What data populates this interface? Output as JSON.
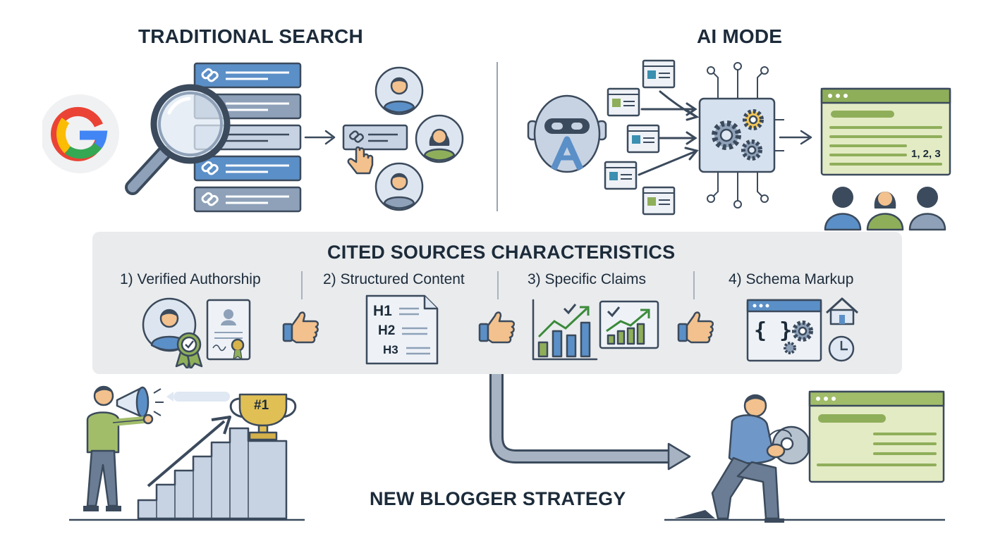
{
  "traditional": {
    "title": "TRADITIONAL SEARCH"
  },
  "ai_mode": {
    "title": "AI MODE",
    "answer_text": "1, 2, 3"
  },
  "characteristics": {
    "title": "CITED SOURCES CHARACTERISTICS",
    "items": [
      {
        "label": "1) Verified Authorship"
      },
      {
        "label": "2) Structured Content"
      },
      {
        "label": "3) Specific Claims"
      },
      {
        "label": "4) Schema Markup"
      }
    ],
    "headings": [
      "H1",
      "H2",
      "H3"
    ],
    "schema_braces": "{ }"
  },
  "strategy": {
    "title": "NEW BLOGGER STRATEGY",
    "trophy_text": "#1"
  },
  "colors": {
    "blue": "#5b8fc7",
    "steel": "#8ea1b8",
    "green": "#8fae5a",
    "lime_bg": "#e3ebc4",
    "panel": "#e9ebed",
    "outline": "#3b4a5c"
  },
  "icons": [
    "google-logo",
    "magnifier-icon",
    "link-icon",
    "user-icon",
    "pointer-hand-icon",
    "robot-icon",
    "chip-icon",
    "gear-icon",
    "browser-window-icon",
    "thumbs-up-icon",
    "award-icon",
    "certificate-icon",
    "document-icon",
    "growth-chart-icon",
    "house-icon",
    "clock-icon",
    "megaphone-icon",
    "trophy-icon",
    "stairs-icon",
    "key-icon"
  ]
}
